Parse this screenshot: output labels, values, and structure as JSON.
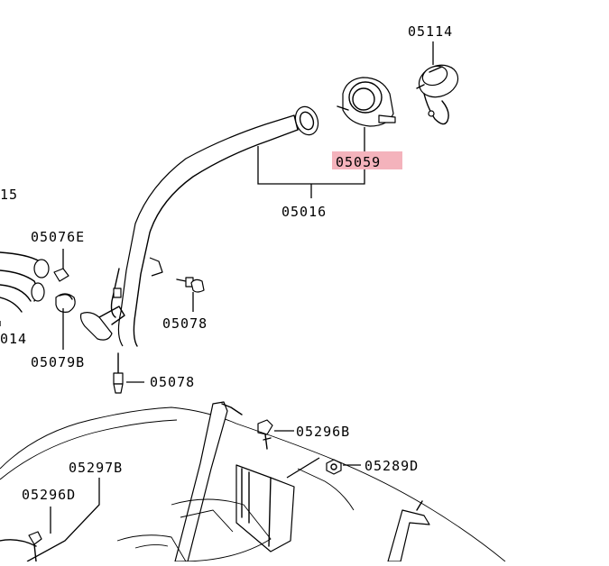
{
  "labels": {
    "p05114": "05114",
    "p05059": "05059",
    "p05016": "05016",
    "p15": "15",
    "p05076e": "05076E",
    "p05078a": "05078",
    "p014": "014",
    "p05079b": "05079B",
    "p05078b": "05078",
    "p05296b": "05296B",
    "p05289d": "05289D",
    "p05297b": "05297B",
    "p05296d": "05296D"
  },
  "highlight_color": "#f4b3bc"
}
